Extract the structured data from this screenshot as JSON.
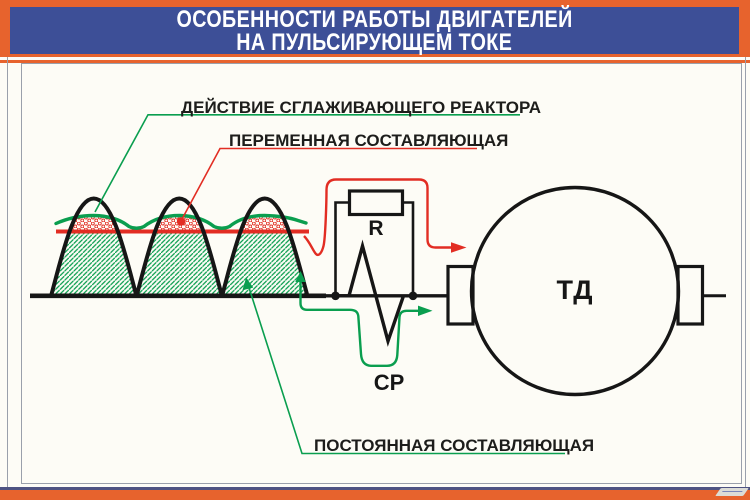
{
  "title": {
    "line1": "ОСОБЕННОСТИ РАБОТЫ ДВИГАТЕЛЕЙ",
    "line2": "НА ПУЛЬСИРУЮЩЕМ ТОКЕ"
  },
  "labels": {
    "smoothing_reactor_action": "ДЕЙСТВИЕ СГЛАЖИВАЮЩЕГО РЕАКТОРА",
    "variable_component": "ПЕРЕМЕННАЯ СОСТАВЛЯЮЩАЯ",
    "constant_component": "ПОСТОЯННАЯ СОСТАВЛЯЮЩАЯ"
  },
  "circuit": {
    "resistor_label": "R",
    "reactor_label": "СР",
    "motor_label": "ТД"
  },
  "colors": {
    "green": "#0a9e4f",
    "red": "#e22d23",
    "ink": "#161616",
    "header-blue": "#3d4f97",
    "orange": "#e7632d",
    "navy": "#4e5382",
    "paper": "#fdfcf6",
    "frame-line": "#9aa0ab"
  }
}
